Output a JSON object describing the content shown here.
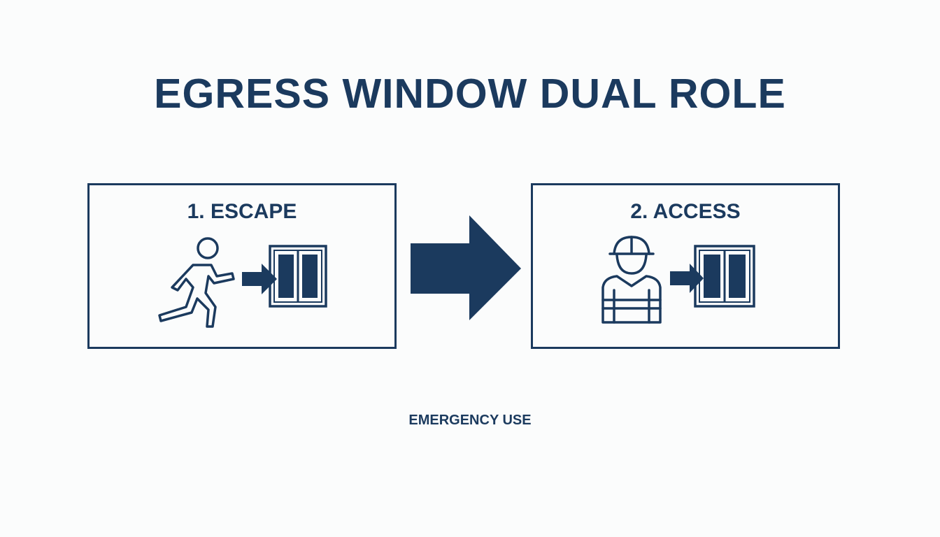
{
  "title": "EGRESS WINDOW DUAL ROLE",
  "colors": {
    "primary": "#1b3a5e",
    "background": "#fbfcfc"
  },
  "steps": [
    {
      "label": "1. ESCAPE",
      "icons": [
        "running-person-icon",
        "arrow-right-icon",
        "window-icon"
      ]
    },
    {
      "label": "2. ACCESS",
      "icons": [
        "firefighter-icon",
        "arrow-right-icon",
        "window-icon"
      ]
    }
  ],
  "connector": "large-arrow-right-icon",
  "footer": "EMERGENCY USE"
}
